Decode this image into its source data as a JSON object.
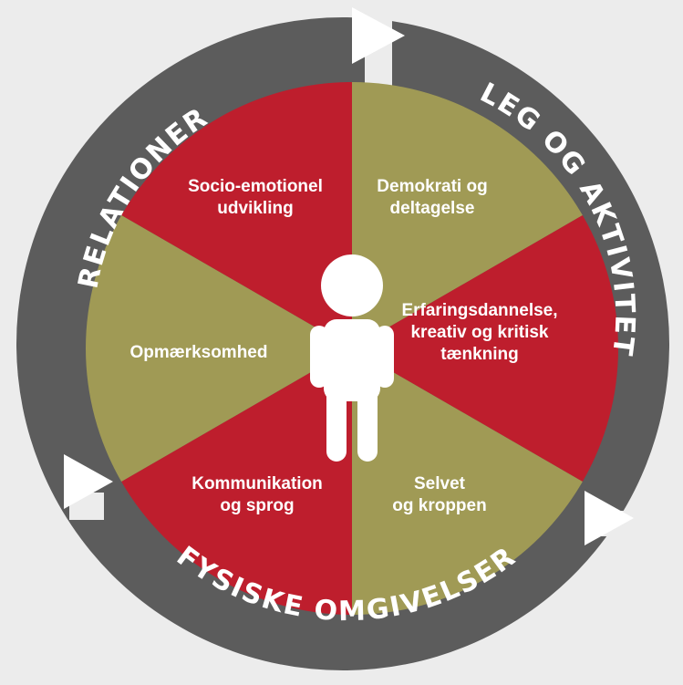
{
  "colors": {
    "background": "#ececec",
    "ring": "#5c5c5c",
    "divider": "#ffffff",
    "red": "#be1e2d",
    "olive": "#a09a55",
    "figure": "#ffffff"
  },
  "ring": {
    "labels": {
      "relationer": "RELATIONER",
      "leg": "LEG OG AKTIVITET",
      "fysiske": "FYSISKE OMGIVELSER"
    },
    "arrow_icon": "play-triangle-icon"
  },
  "segments": [
    {
      "id": "socio",
      "lines": [
        "Socio-emotionel",
        "udvikling"
      ],
      "color": "red"
    },
    {
      "id": "demokrati",
      "lines": [
        "Demokrati og",
        "deltagelse"
      ],
      "color": "olive"
    },
    {
      "id": "erfaring",
      "lines": [
        "Erfaringsdannelse,",
        "kreativ og kritisk",
        "tænkning"
      ],
      "color": "red"
    },
    {
      "id": "selvet",
      "lines": [
        "Selvet",
        "og kroppen"
      ],
      "color": "olive"
    },
    {
      "id": "kommunikation",
      "lines": [
        "Kommunikation",
        "og sprog"
      ],
      "color": "red"
    },
    {
      "id": "opmaerksomhed",
      "lines": [
        "Opmærksomhed"
      ],
      "color": "olive"
    }
  ],
  "center_icon": "child-figure-icon"
}
